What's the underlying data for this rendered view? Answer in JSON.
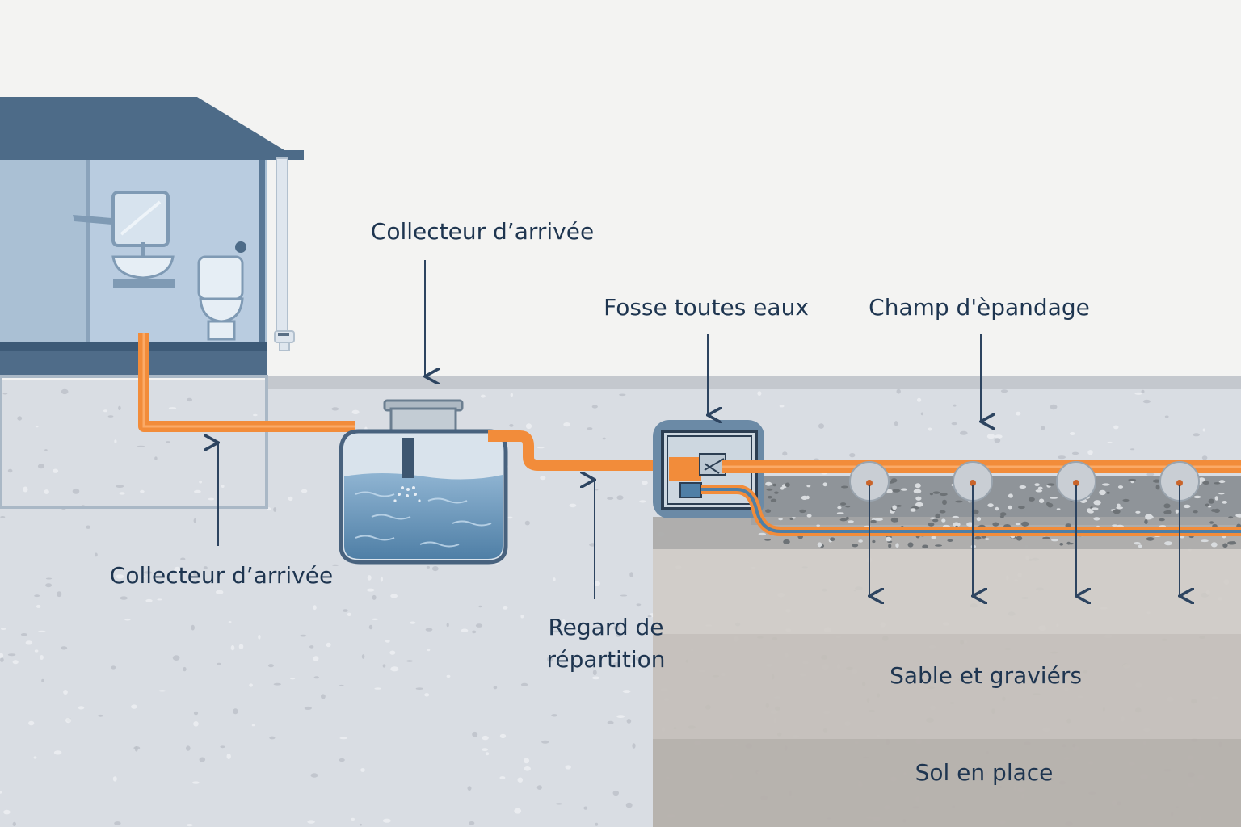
{
  "labels": {
    "inlet_top": "Collecteur d’arrivée",
    "inlet_bottom": "Collecteur d’arrivée",
    "tank": "Fosse toutes eaux",
    "field": "Champ d'èpandage",
    "distribution_line1": "Regard de",
    "distribution_line2": "répartition",
    "layer_sand": "Sable et graviérs",
    "layer_soil": "Sol en place"
  },
  "colors": {
    "sky": "#f3f3f2",
    "ground": "#d7dbe1",
    "house_dark": "#4f6d8a",
    "house_light": "#a7bdd2",
    "pipe": "#f28c3a",
    "water": "#5f8fb5",
    "gravel": "#8f9397",
    "sand": "#d3cdc6",
    "soil": "#b8b3ae",
    "text": "#1e3550"
  },
  "icons": [
    "sink-icon",
    "mirror-icon",
    "toilet-icon",
    "faucet-icon",
    "gutter-icon",
    "arrow-down-icon",
    "arrow-up-icon"
  ]
}
